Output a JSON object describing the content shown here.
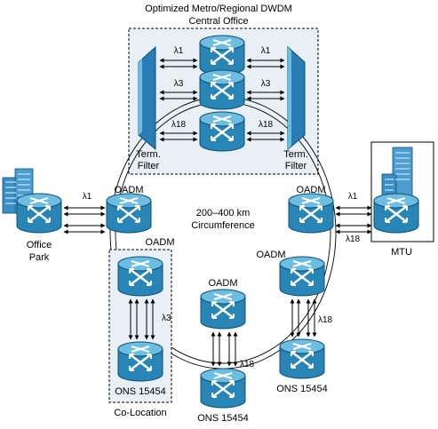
{
  "title_line1": "Optimized Metro/Regional DWDM",
  "title_line2": "Central Office",
  "lambda1": "λ1",
  "lambda3": "λ3",
  "lambda18": "λ18",
  "term_filter_line1": "Term.",
  "term_filter_line2": "Filter",
  "oadm": "OADM",
  "circumference_line1": "200–400 km",
  "circumference_line2": "Circumference",
  "office_park_line1": "Office",
  "office_park_line2": "Park",
  "mtu": "MTU",
  "ons": "ONS 15454",
  "co_location": "Co-Location",
  "colors": {
    "router_body": "#2a85b7",
    "router_top": "#6dbde0",
    "router_edge": "#0d4f78",
    "building": "#3a8fc4",
    "box_fill": "#e8f0f5",
    "filter": "#2a7db4"
  },
  "icons": [
    "optical-router-icon",
    "building-icon",
    "terminal-filter-icon"
  ]
}
